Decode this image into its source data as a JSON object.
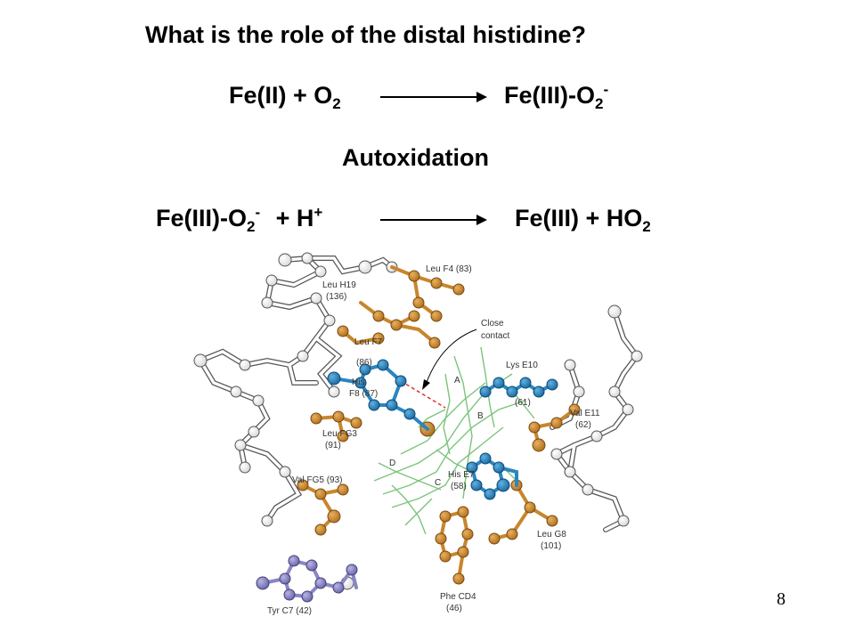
{
  "slide": {
    "title": "What is the role of the distal histidine?",
    "eq1": {
      "left_base": "Fe(II) + O",
      "left_sub": "2",
      "right_base": "Fe(III)-O",
      "right_sub": "2",
      "right_sup": "-"
    },
    "autoxidation_label": "Autoxidation",
    "eq2": {
      "left_base": "Fe(III)-O",
      "left_sub": "2",
      "left_sup": "-",
      "plus": " + H",
      "h_sup": "+",
      "right_base": "Fe(III) + HO",
      "right_sub": "2"
    },
    "page_number": "8"
  },
  "figure": {
    "colors": {
      "leu": "#c8862c",
      "his_lys": "#2a86c0",
      "tyr": "#8a86c4",
      "heme": "#7cc47c",
      "backbone": "#ffffff",
      "contact": "#e03030"
    },
    "labels": {
      "leu_f4": "Leu F4 (83)",
      "leu_h19": "Leu H19",
      "leu_h19_num": "(136)",
      "close_contact_1": "Close",
      "close_contact_2": "contact",
      "leu_f7": "Leu F7",
      "leu_f7_num": "(86)",
      "his_f8": "His",
      "his_f8_num": "F8 (87)",
      "lys_e10": "Lys E10",
      "lys_e10_num": "(61)",
      "val_e11": "Val E11",
      "val_e11_num": "(62)",
      "leu_fg3": "Leu FG3",
      "leu_fg3_num": "(91)",
      "val_fg5": "Val FG5 (93)",
      "his_e7": "His E7",
      "his_e7_num": "(58)",
      "leu_g8": "Leu G8",
      "leu_g8_num": "(101)",
      "phe_cd4": "Phe CD4",
      "phe_cd4_num": "(46)",
      "tyr_c7": "Tyr C7 (42)",
      "ring_a": "A",
      "ring_b": "B",
      "ring_c": "C",
      "ring_d": "D"
    }
  }
}
